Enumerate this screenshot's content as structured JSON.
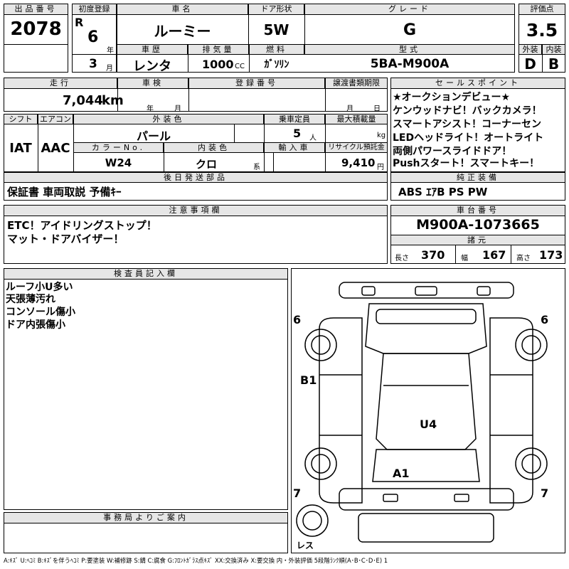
{
  "header": {
    "lot_number_label": "出品番号",
    "lot_number": "2078",
    "first_reg_label": "初度登録",
    "era": "R",
    "year": "6",
    "year_unit": "年",
    "month": "3",
    "month_unit": "月",
    "model_name_label": "車名",
    "model_name": "ルーミー",
    "door_label": "ドア形状",
    "door": "5W",
    "grade_label": "グレード",
    "grade": "G",
    "score_label": "評価点",
    "score": "3.5",
    "history_label": "車歴",
    "history": "レンタ",
    "displacement_label": "排気量",
    "displacement": "1000",
    "displacement_unit": "CC",
    "fuel_label": "燃料",
    "fuel": "ｶﾞｿﾘﾝ",
    "model_code_label": "型式",
    "model_code": "5BA-M900A",
    "exterior_label": "外装",
    "exterior_grade": "D",
    "interior_label": "内装",
    "interior_grade": "B"
  },
  "row2": {
    "mileage_label": "走行",
    "mileage": "7,044",
    "mileage_unit": "km",
    "inspection_label": "車検",
    "inspection_year_unit": "年",
    "inspection_month_unit": "月",
    "reg_number_label": "登録番号",
    "transfer_label": "譲渡書類期限",
    "transfer_month_unit": "月",
    "transfer_day_unit": "日"
  },
  "row3": {
    "shift_label": "シフト",
    "shift": "IAT",
    "ac_label": "エアコン",
    "ac": "AAC",
    "exterior_color_label": "外装色",
    "exterior_color": "パール",
    "capacity_label": "乗車定員",
    "capacity": "5",
    "capacity_unit": "人",
    "max_load_label": "最大積載量",
    "max_load_unit": "kg",
    "color_no_label": "カラーNo.",
    "color_no": "W24",
    "interior_color_label": "内装色",
    "interior_color": "クロ",
    "interior_color_unit": "系",
    "import_label": "輸入車",
    "recycle_label": "リサイクル預託金",
    "recycle": "9,410",
    "recycle_unit": "円"
  },
  "sales_points": {
    "label": "セールスポイント",
    "lines": [
      "★オークションデビュー★",
      "ケンウッドナビ！バックカメラ！",
      "スマートアシスト！コーナーセン",
      "LEDヘッドライト！オートライト",
      "両側パワースライドドア！",
      "Pushスタート！スマートキー！"
    ]
  },
  "later_shipping": {
    "label": "後日発送部品",
    "value": "保証書 車両取説 予備ｷｰ"
  },
  "equipment": {
    "label": "純正装備",
    "value": "ABS ｴｱB PS PW"
  },
  "notes": {
    "label": "注意事項欄",
    "lines": [
      "ETC！アイドリングストップ！",
      "マット・ドアバイザー！"
    ]
  },
  "chassis": {
    "label": "車台番号",
    "value": "M900A-1073665",
    "specs_label": "諸元",
    "length_label": "長さ",
    "length": "370",
    "width_label": "幅",
    "width": "167",
    "height_label": "高さ",
    "height": "173"
  },
  "inspector": {
    "label": "検査員記入欄",
    "lines": [
      "ルーフ小U多い",
      "天張薄汚れ",
      "コンソール傷小",
      "ドア内張傷小"
    ]
  },
  "diagram": {
    "tire_front_left": "6",
    "tire_front_right": "6",
    "tire_rear_left": "7",
    "tire_rear_right": "7",
    "spare": "レス",
    "mark_b1": "B1",
    "mark_u4": "U4",
    "mark_a1": "A1"
  },
  "office": {
    "label": "事務局よりご案内"
  },
  "legend": "A:ｷｽﾞ U:ﾍｺﾐ B:ｷｽﾞを伴うﾍｺﾐ P:要塗装 W:補修跡 S:錆 C:腐食 G:ﾌﾛﾝﾄｶﾞﾗｽ点ｷｽﾞ XX:交換済み X:要交換 内・外装評価 5段階ﾗﾝｸ順(A･B･C･D･E) 1"
}
